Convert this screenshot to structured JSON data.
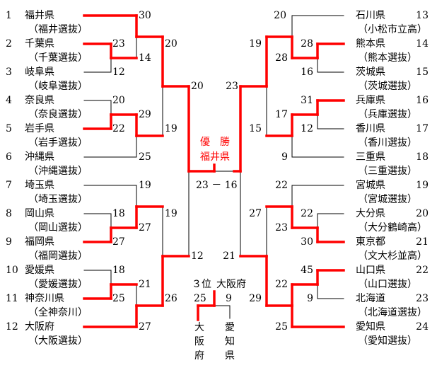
{
  "colors": {
    "winner_line": "#ff0000",
    "line": "#000000",
    "champion_text": "#ff0000"
  },
  "left_teams": [
    {
      "seed": "1",
      "name": "福井県",
      "team": "（福井選抜）"
    },
    {
      "seed": "2",
      "name": "千葉県",
      "team": "（千葉選抜）"
    },
    {
      "seed": "3",
      "name": "岐阜県",
      "team": "（岐阜選抜）"
    },
    {
      "seed": "4",
      "name": "奈良県",
      "team": "（奈良選抜）"
    },
    {
      "seed": "5",
      "name": "岩手県",
      "team": "（岩手選抜）"
    },
    {
      "seed": "6",
      "name": "沖縄県",
      "team": "（沖縄選抜）"
    },
    {
      "seed": "7",
      "name": "埼玉県",
      "team": "（埼玉選抜）"
    },
    {
      "seed": "8",
      "name": "岡山県",
      "team": "（岡山選抜）"
    },
    {
      "seed": "9",
      "name": "福岡県",
      "team": "（福岡選抜）"
    },
    {
      "seed": "10",
      "name": "愛媛県",
      "team": "（愛媛選抜）"
    },
    {
      "seed": "11",
      "name": "神奈川県",
      "team": "（全神奈川）"
    },
    {
      "seed": "12",
      "name": "大阪府",
      "team": "（大阪選抜）"
    }
  ],
  "right_teams": [
    {
      "seed": "13",
      "name": "石川県",
      "team": "（小松市立高）"
    },
    {
      "seed": "14",
      "name": "熊本県",
      "team": "（熊本選抜）"
    },
    {
      "seed": "15",
      "name": "茨城県",
      "team": "（茨城選抜）"
    },
    {
      "seed": "16",
      "name": "兵庫県",
      "team": "（兵庫選抜）"
    },
    {
      "seed": "17",
      "name": "香川県",
      "team": "（香川選抜）"
    },
    {
      "seed": "18",
      "name": "三重県",
      "team": "（三重選抜）"
    },
    {
      "seed": "19",
      "name": "宮城県",
      "team": "（宮城選抜）"
    },
    {
      "seed": "20",
      "name": "大分県",
      "team": "（大分鶴崎高）"
    },
    {
      "seed": "21",
      "name": "東京都",
      "team": "（文大杉並高）"
    },
    {
      "seed": "22",
      "name": "山口県",
      "team": "（山口選抜）"
    },
    {
      "seed": "23",
      "name": "北海道",
      "team": "（北海道選抜）"
    },
    {
      "seed": "24",
      "name": "愛知県",
      "team": "（愛知選抜）"
    }
  ],
  "left_scores": [
    "30",
    "23",
    "14",
    "12",
    "20",
    "29",
    "22",
    "25",
    "20",
    "19",
    "20",
    "19",
    "18",
    "27",
    "27",
    "19",
    "18",
    "21",
    "25",
    "27",
    "26",
    "12"
  ],
  "right_scores": [
    "20",
    "28",
    "28",
    "16",
    "19",
    "31",
    "17",
    "12",
    "15",
    "9",
    "23",
    "22",
    "27",
    "22",
    "23",
    "30",
    "21",
    "45",
    "22",
    "9",
    "29",
    "25"
  ],
  "champion": {
    "label": "優　勝",
    "team": "福井県",
    "final_score": "23 － 16"
  },
  "third_place": {
    "label": "３位",
    "winner": "大阪府",
    "score_left": "25",
    "score_right": "9",
    "team_left": [
      "大",
      "阪",
      "府"
    ],
    "team_right": [
      "愛",
      "知",
      "県"
    ]
  }
}
